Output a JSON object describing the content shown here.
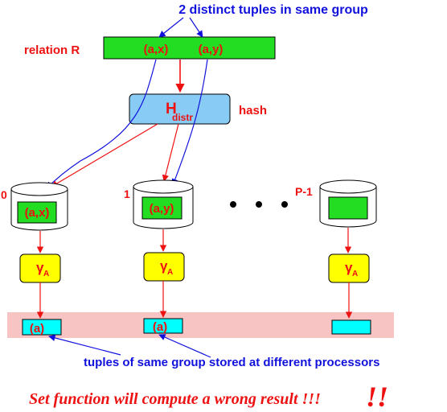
{
  "annotation_top": "2 distinct tuples in same group",
  "relation": {
    "label": "relation R",
    "tuple1": "(a,x)",
    "tuple2": "(a,y)"
  },
  "hash": {
    "symbol": "H",
    "subscript": "distr",
    "label": "hash"
  },
  "processors": [
    {
      "id": "0",
      "tuple": "(a,x)",
      "gamma": "γ",
      "gamma_sub": "A",
      "output": "(a)"
    },
    {
      "id": "1",
      "tuple": "(a,y)",
      "gamma": "γ",
      "gamma_sub": "A",
      "output": "(a)"
    },
    {
      "id": "P-1",
      "tuple": "",
      "gamma": "γ",
      "gamma_sub": "A",
      "output": ""
    }
  ],
  "annotation_bottom": "tuples of same group stored at different processors",
  "conclusion": {
    "text": "Set function will compute a wrong result !!!",
    "emphasis": "!!"
  },
  "colors": {
    "red": "#ee1111",
    "blue": "#1111dd",
    "green": "#22dd22",
    "light_blue": "#88ccf5",
    "yellow": "#ffff00",
    "cyan": "#00ffff",
    "pink": "#f7c3c3"
  }
}
